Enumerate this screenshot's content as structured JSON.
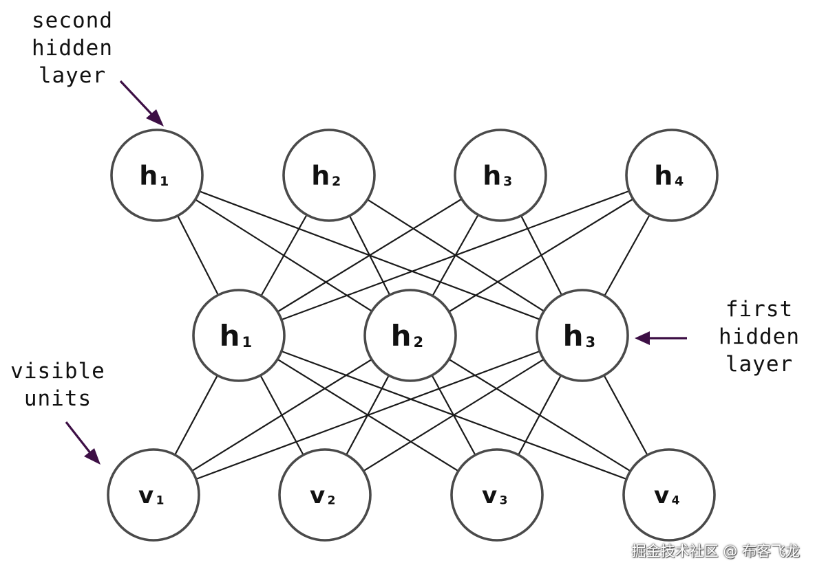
{
  "nodes": {
    "second_hidden": [
      {
        "main": "h",
        "sub": "1"
      },
      {
        "main": "h",
        "sub": "2"
      },
      {
        "main": "h",
        "sub": "3"
      },
      {
        "main": "h",
        "sub": "4"
      }
    ],
    "first_hidden": [
      {
        "main": "h",
        "sub": "1"
      },
      {
        "main": "h",
        "sub": "2"
      },
      {
        "main": "h",
        "sub": "3"
      }
    ],
    "visible": [
      {
        "main": "v",
        "sub": "1"
      },
      {
        "main": "v",
        "sub": "2"
      },
      {
        "main": "v",
        "sub": "3"
      },
      {
        "main": "v",
        "sub": "4"
      }
    ]
  },
  "annotations": {
    "second_hidden_layer": [
      "second",
      "hidden",
      "layer"
    ],
    "first_hidden_layer": [
      "first",
      "hidden",
      "layer"
    ],
    "visible_units": [
      "visible",
      "units"
    ]
  },
  "colors": {
    "arrow": "#3d0f45",
    "edge": "#1a1a1a",
    "node_border": "#4a4a4a"
  },
  "watermark": "掘金技术社区 @ 布客飞龙"
}
